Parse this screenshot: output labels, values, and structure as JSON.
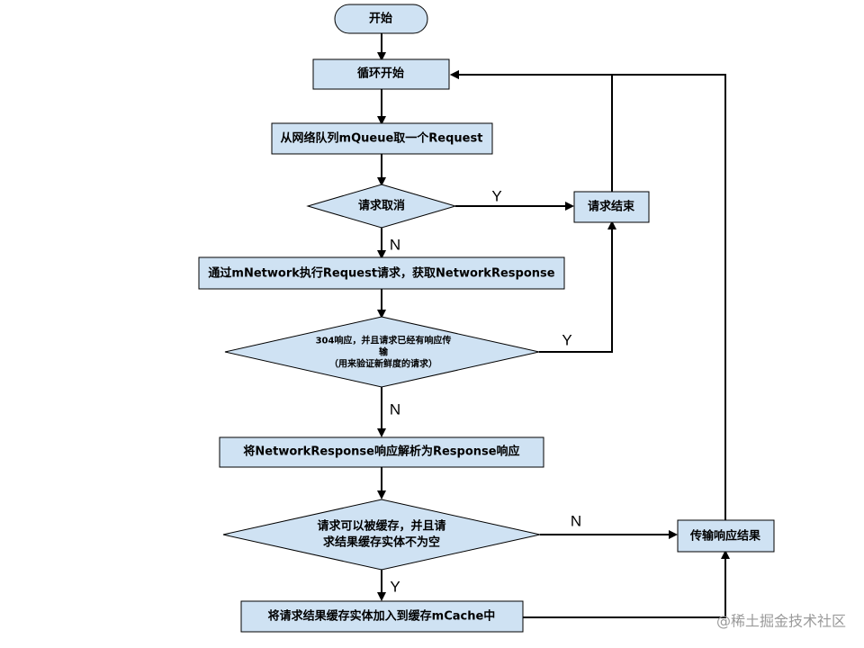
{
  "nodes": {
    "start": "开始",
    "loop_start": "循环开始",
    "take_request": "从网络队列mQueue取一个Request",
    "is_canceled": "请求取消",
    "request_finished": "请求结束",
    "perform_request": "通过mNetwork执行Request请求，获取NetworkResponse",
    "not_modified_line1": "304响应，并且请求已经有响应传",
    "not_modified_line2": "输",
    "not_modified_line3": "（用来验证新鲜度的请求）",
    "parse_response": "将NetworkResponse响应解析为Response响应",
    "cacheable_line1": "请求可以被缓存，并且请",
    "cacheable_line2": "求结果缓存实体不为空",
    "deliver_response": "传输响应结果",
    "write_cache": "将请求结果缓存实体加入到缓存mCache中"
  },
  "edge_labels": {
    "canceled_yes": "Y",
    "canceled_no": "N",
    "not_modified_yes": "Y",
    "not_modified_no": "N",
    "cacheable_no": "N",
    "cacheable_yes": "Y"
  },
  "watermark": "@稀土掘金技术社区",
  "colors": {
    "node_fill": "#cfe2f3",
    "line": "#000000",
    "watermark": "#9a9a9a"
  }
}
